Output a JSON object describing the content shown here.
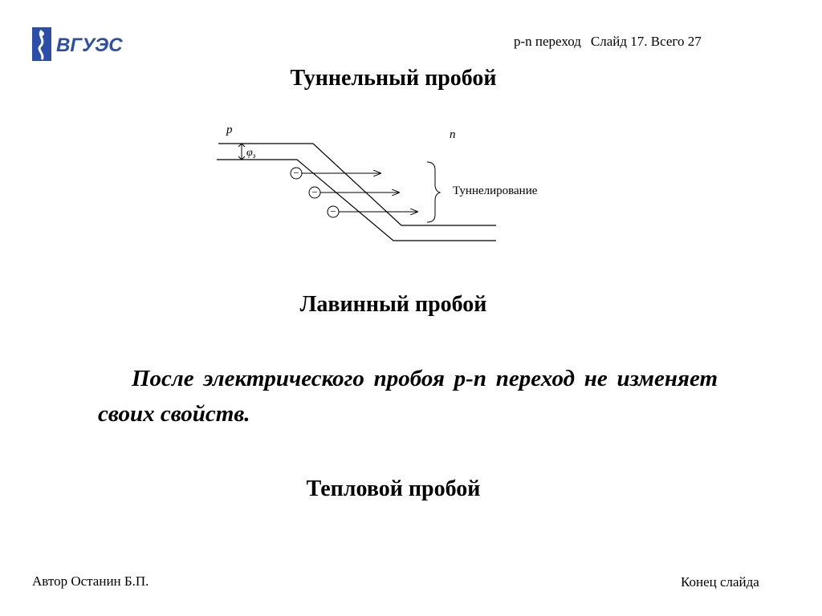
{
  "header": {
    "logo_text": "ВГУЭС",
    "slide_topic": "p-n переход",
    "slide_counter": "Слайд 17. Всего 27"
  },
  "sections": {
    "tunnel_title": "Туннельный пробой",
    "avalanche_title": "Лавинный пробой",
    "statement": "После электрического пробоя p-n переход не изменяет своих свойств.",
    "thermal_title": "Тепловой пробой"
  },
  "diagram": {
    "label_p": "p",
    "label_n": "n",
    "label_phi": "φ",
    "label_phi_sub": "з",
    "electron_symbol": "−",
    "tunneling_label": "Туннелирование"
  },
  "footer": {
    "author": "Автор Останин Б.П.",
    "end_slide": "Конец слайда"
  },
  "colors": {
    "logo_blue": "#2b4fa8",
    "text": "#000000",
    "background": "#ffffff"
  }
}
